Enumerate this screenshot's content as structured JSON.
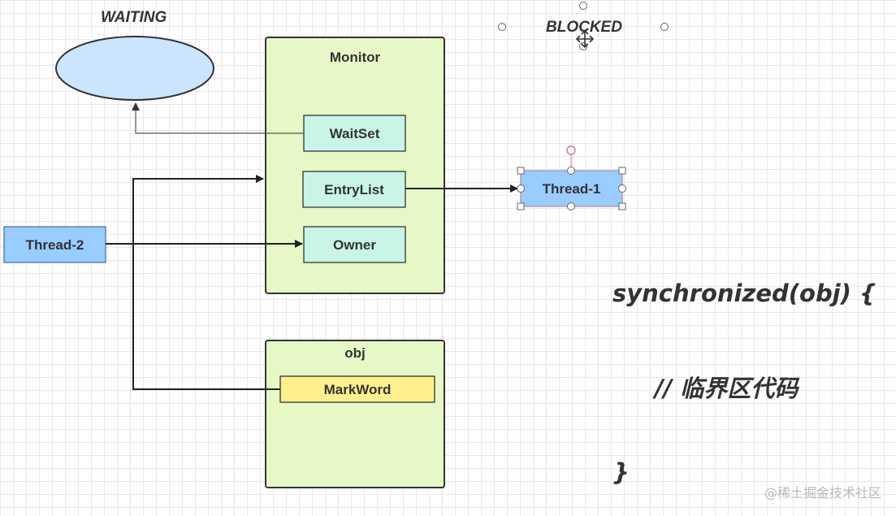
{
  "states": {
    "waiting": "WAITING",
    "blocked": "BLOCKED"
  },
  "monitor": {
    "title": "Monitor",
    "wait_set": "WaitSet",
    "entry_list": "EntryList",
    "owner": "Owner"
  },
  "obj": {
    "title": "obj",
    "mark_word": "MarkWord"
  },
  "threads": {
    "thread1": "Thread-1",
    "thread2": "Thread-2"
  },
  "code": {
    "line1": "synchronized(obj) {",
    "line2": "// 临界区代码",
    "line3": "}"
  },
  "watermark": "@稀土掘金技术社区",
  "colors": {
    "waiting_fill": "#cce5ff",
    "container_fill": "#e6f8c6",
    "cell_fill": "#c8f5e8",
    "markword_fill": "#fff08c",
    "thread_fill": "#99ccff"
  }
}
